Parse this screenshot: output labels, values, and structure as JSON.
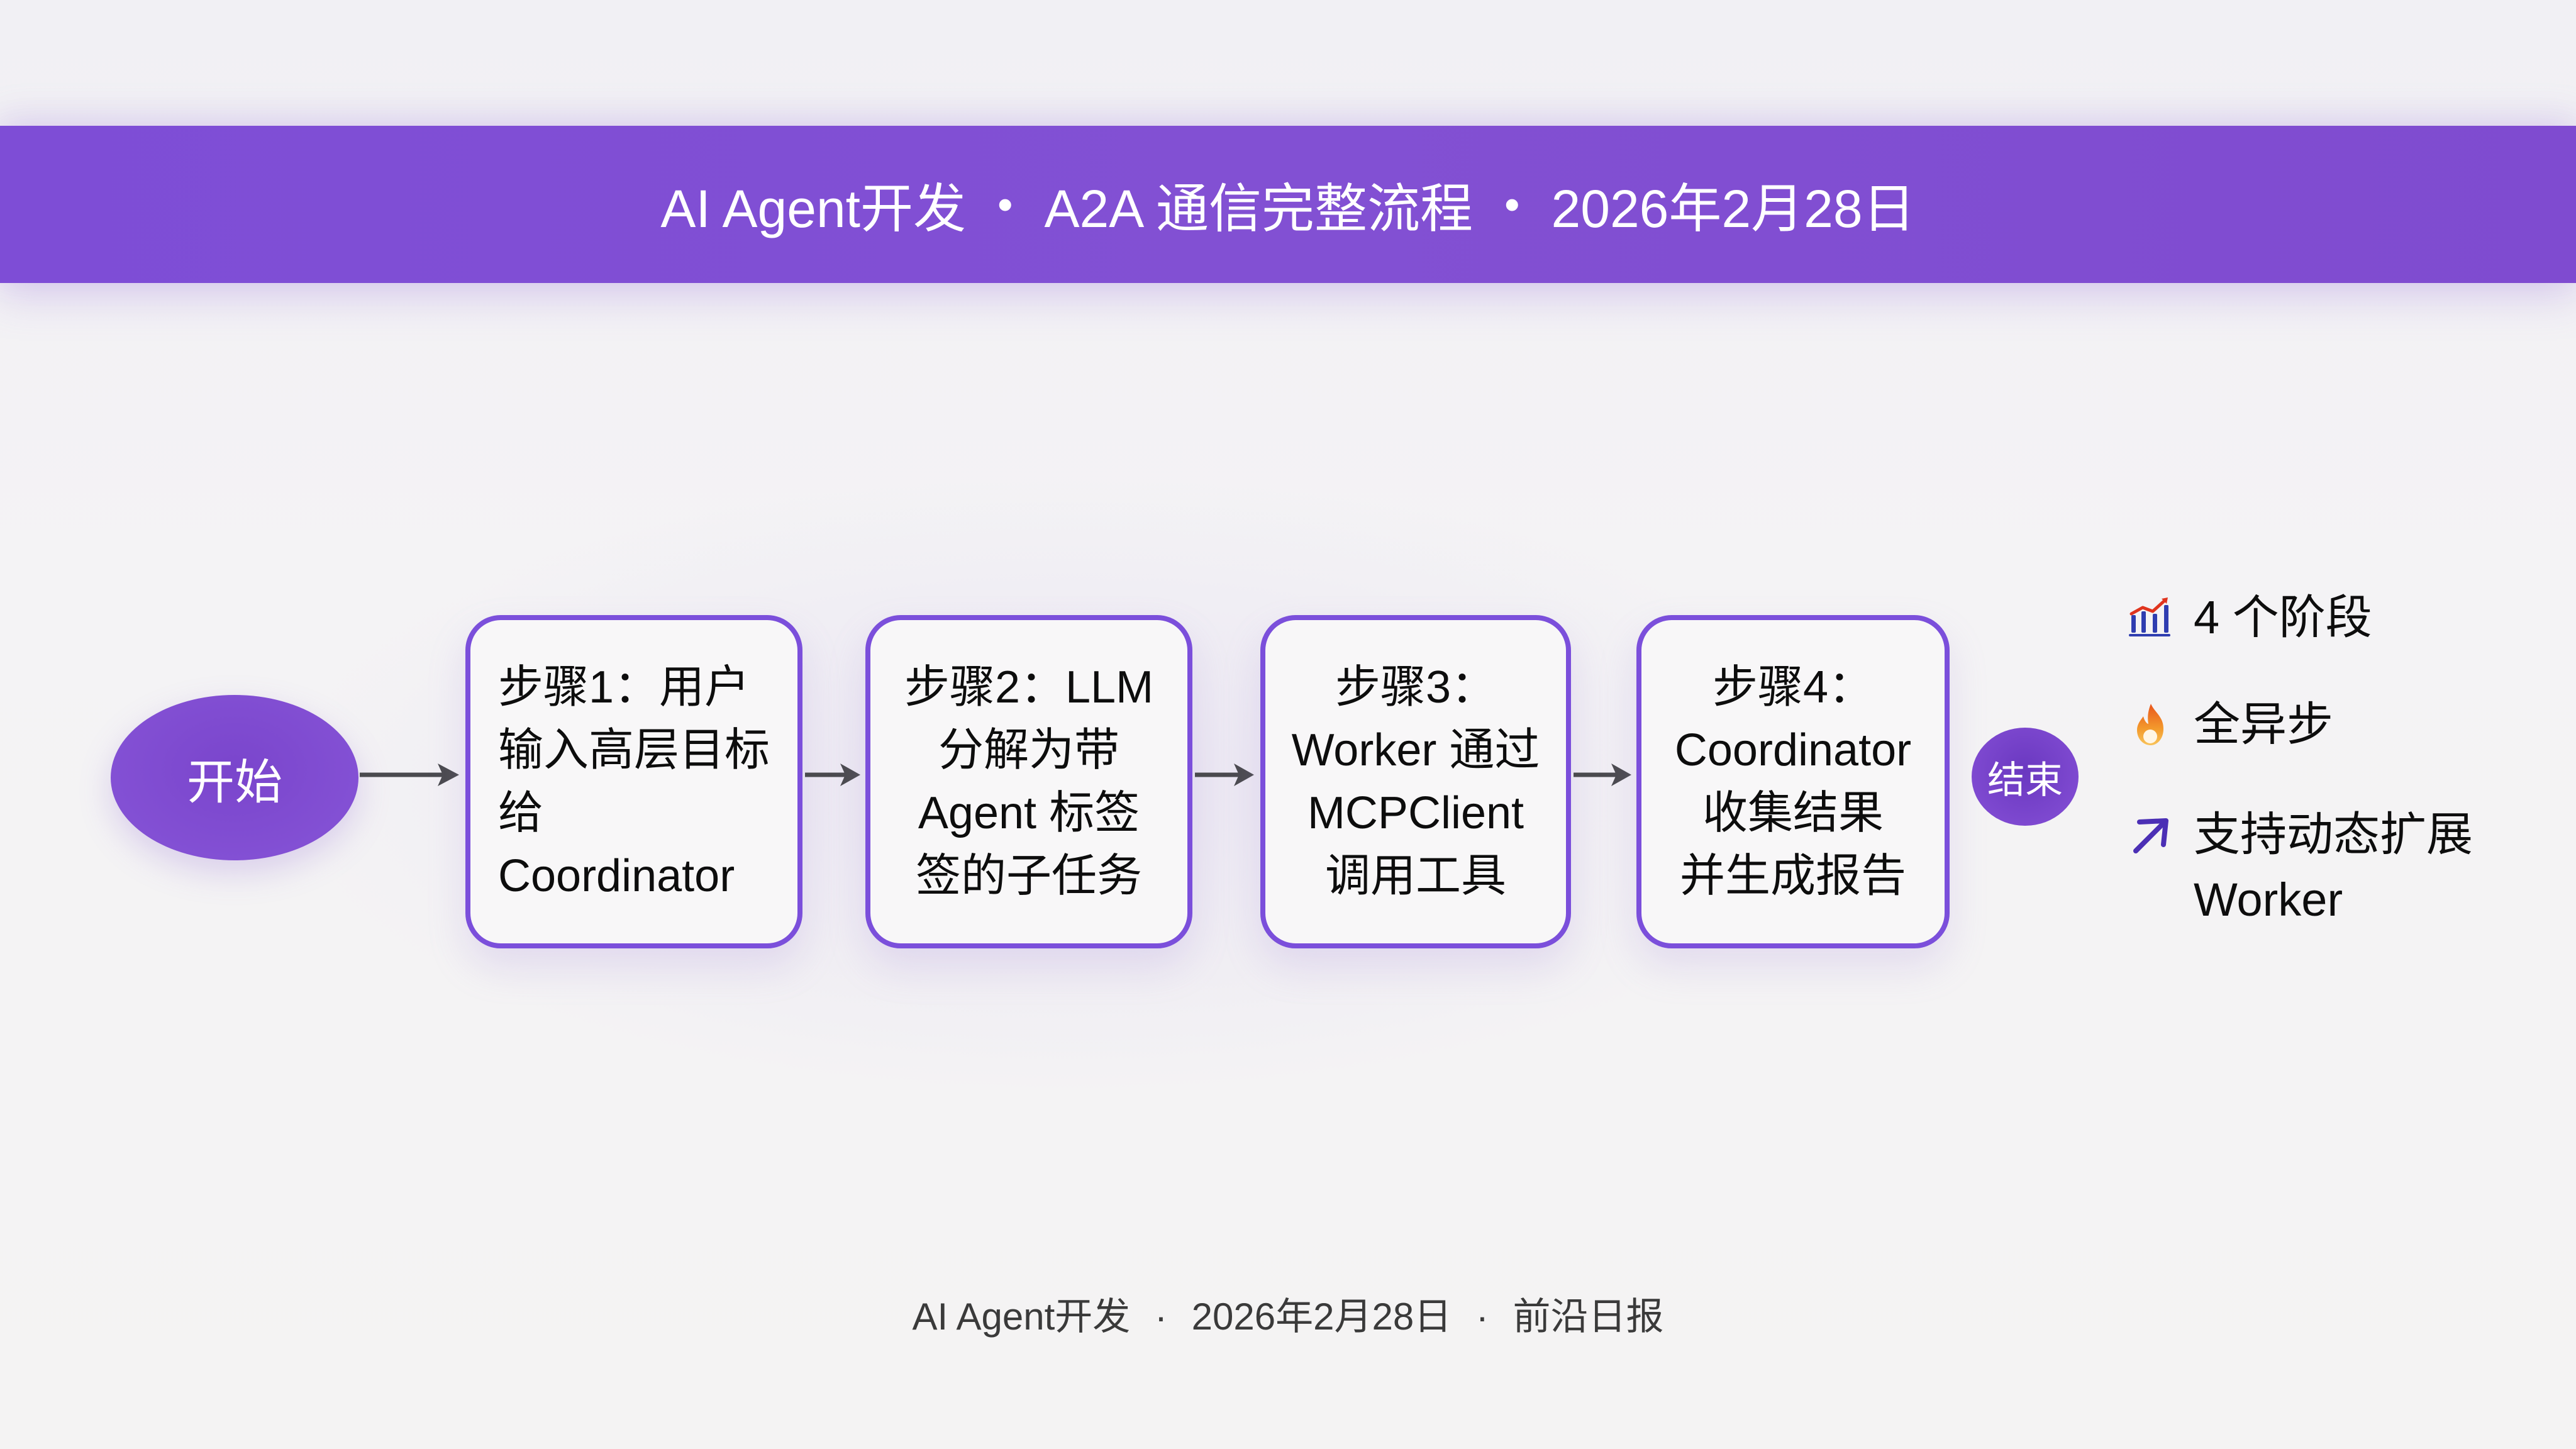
{
  "banner": {
    "title_parts": [
      "AI Agent开发",
      "A2A 通信完整流程",
      "2026年2月28日"
    ],
    "separator": "•",
    "background_color": "#8050D4",
    "text_color": "#FFFFFF"
  },
  "flow": {
    "start": {
      "label": "开始",
      "color": "#8050D4"
    },
    "steps": [
      {
        "label": "步骤1：用户\n输入高层目标\n给\nCoordinator"
      },
      {
        "label": "步骤2：LLM\n分解为带\nAgent 标签\n签的子任务"
      },
      {
        "label": "步骤3：\nWorker 通过\nMCPClient\n调用工具"
      },
      {
        "label": "步骤4：\nCoordinator\n收集结果\n并生成报告"
      }
    ],
    "end": {
      "label": "结束",
      "color": "#7A45CC"
    },
    "box_border_color": "#7B4FDB",
    "arrow_color": "#4A4A4E"
  },
  "legend": {
    "items": [
      {
        "icon": "bar-chart-trend-icon",
        "text": "4 个阶段"
      },
      {
        "icon": "fire-icon",
        "text": "全异步"
      },
      {
        "icon": "arrow-up-right-icon",
        "text": "支持动态扩展\nWorker"
      }
    ]
  },
  "footer": {
    "parts": [
      "AI Agent开发",
      "2026年2月28日",
      "前沿日报"
    ],
    "separator": "·"
  }
}
